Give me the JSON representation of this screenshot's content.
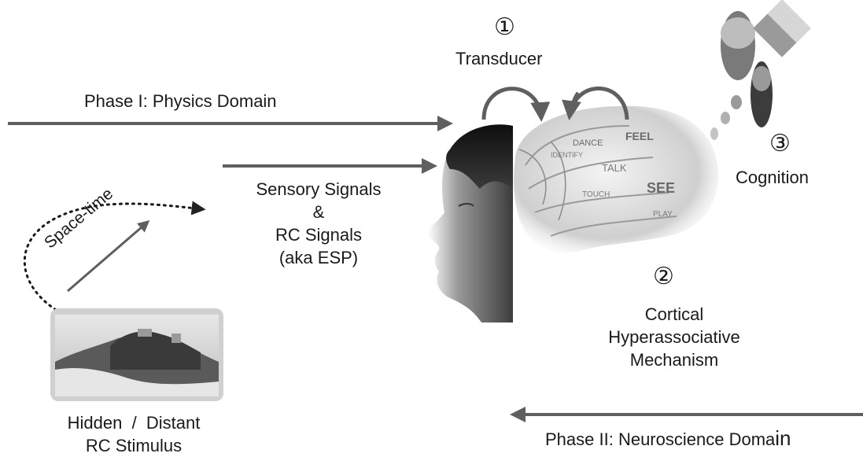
{
  "markers": {
    "one": "①",
    "two": "②",
    "three": "③"
  },
  "labels": {
    "transducer": "Transducer",
    "phase1": "Phase I: Physics Domain",
    "phase2_prefix": "Phase II: Neuroscience Doma",
    "phase2_suffix": "in",
    "sensory_1": "Sensory Signals",
    "sensory_2": "&",
    "sensory_3": "RC Signals",
    "sensory_4": "(aka ESP)",
    "spacetime": "Space-time",
    "cognition": "Cognition",
    "cortical_1": "Cortical",
    "cortical_2": "Hyperassociative",
    "cortical_3": "Mechanism",
    "hidden_1": "Hidden  /  Distant",
    "hidden_2": "RC Stimulus"
  },
  "brain_words": [
    "DANCE",
    "FEEL",
    "TALK",
    "SEE",
    "PLAY",
    "IDENTIFY",
    "TOUCH"
  ],
  "colors": {
    "arrow": "#5f5f5f",
    "text": "#1a1a1a",
    "photo_frame": "#d0d0d0"
  }
}
